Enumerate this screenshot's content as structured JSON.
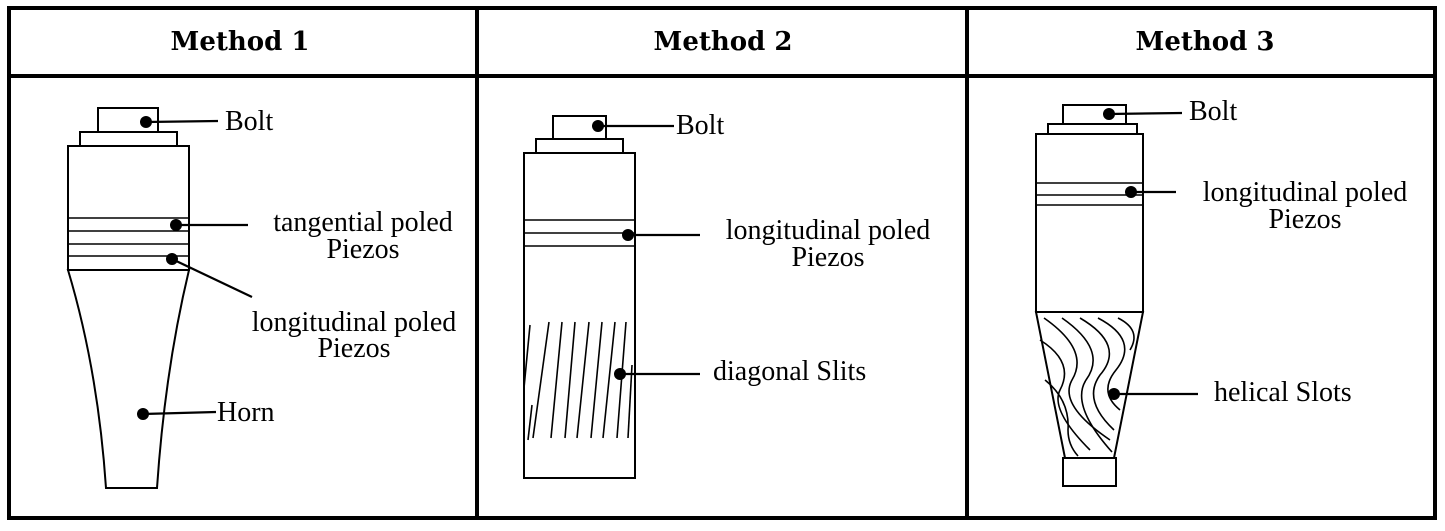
{
  "headers": [
    "Method 1",
    "Method 2",
    "Method 3"
  ],
  "method1": {
    "bolt": "Bolt",
    "tangential_line1": "tangential poled",
    "tangential_line2": "Piezos",
    "longitudinal_line1": "longitudinal poled",
    "longitudinal_line2": "Piezos",
    "horn": "Horn"
  },
  "method2": {
    "bolt": "Bolt",
    "longitudinal_line1": "longitudinal poled",
    "longitudinal_line2": "Piezos",
    "slits": "diagonal Slits"
  },
  "method3": {
    "bolt": "Bolt",
    "longitudinal_line1": "longitudinal poled",
    "longitudinal_line2": "Piezos",
    "slots": "helical Slots"
  }
}
